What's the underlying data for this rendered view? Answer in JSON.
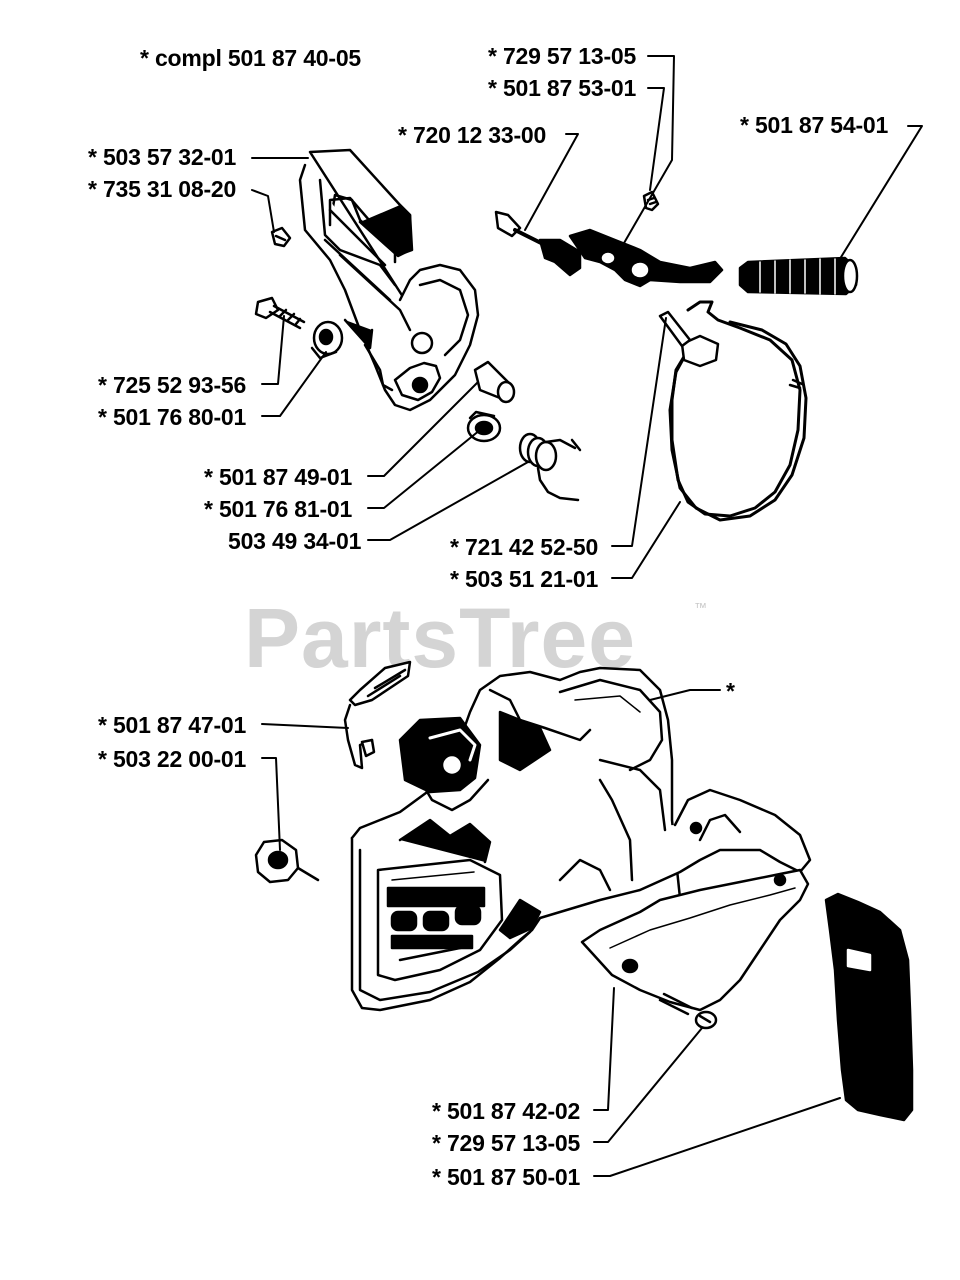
{
  "watermark": {
    "text": "PartsTree",
    "trademark": "™"
  },
  "labels": {
    "compl": "* compl 501 87 40-05",
    "p729_57_13_05_top": "* 729 57 13-05",
    "p501_87_53_01": "* 501 87 53-01",
    "p720_12_33_00": "* 720 12 33-00",
    "p501_87_54_01": "* 501 87 54-01",
    "p503_57_32_01": "* 503 57 32-01",
    "p735_31_08_20": "* 735 31 08-20",
    "p725_52_93_56": "* 725 52 93-56",
    "p501_76_80_01": "* 501 76 80-01",
    "p501_87_49_01": "* 501 87 49-01",
    "p501_76_81_01": "* 501 76 81-01",
    "p503_49_34_01": "503 49 34-01",
    "p721_42_52_50": "* 721 42 52-50",
    "p503_51_21_01": "* 503 51 21-01",
    "star_cover": "*",
    "p501_87_47_01": "* 501 87 47-01",
    "p503_22_00_01": "* 503 22 00-01",
    "p501_87_42_02": "* 501 87 42-02",
    "p729_57_13_05_bottom": "* 729 57 13-05",
    "p501_87_50_01": "* 501 87 50-01"
  }
}
